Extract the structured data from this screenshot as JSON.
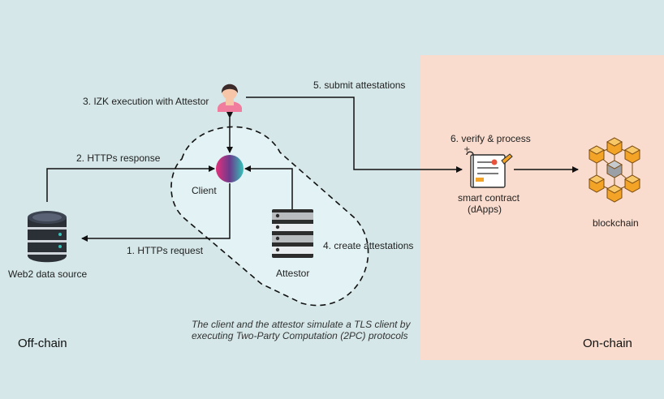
{
  "regions": {
    "offchain": "Off-chain",
    "onchain": "On-chain"
  },
  "nodes": {
    "user": "",
    "client": "Client",
    "attestor": "Attestor",
    "web2": "Web2 data source",
    "smart_contract_line1": "smart contract",
    "smart_contract_line2": "(dApps)",
    "blockchain": "blockchain"
  },
  "steps": {
    "s1": "1. HTTPs request",
    "s2": "2. HTTPs response",
    "s3": "3. IZK execution with Attestor",
    "s4": "4. create attestations",
    "s5": "5. submit attestations",
    "s6": "6. verify & process"
  },
  "caption": "The client and the attestor simulate a TLS client by executing Two-Party Computation (2PC) protocols",
  "colors": {
    "background": "#d5e7e8",
    "onchain_panel": "#f9dccd",
    "cube_orange": "#f3a326",
    "cube_gray": "#9aa0a6",
    "client_gradient_start": "#e5317b",
    "client_gradient_end": "#33c3b8"
  }
}
